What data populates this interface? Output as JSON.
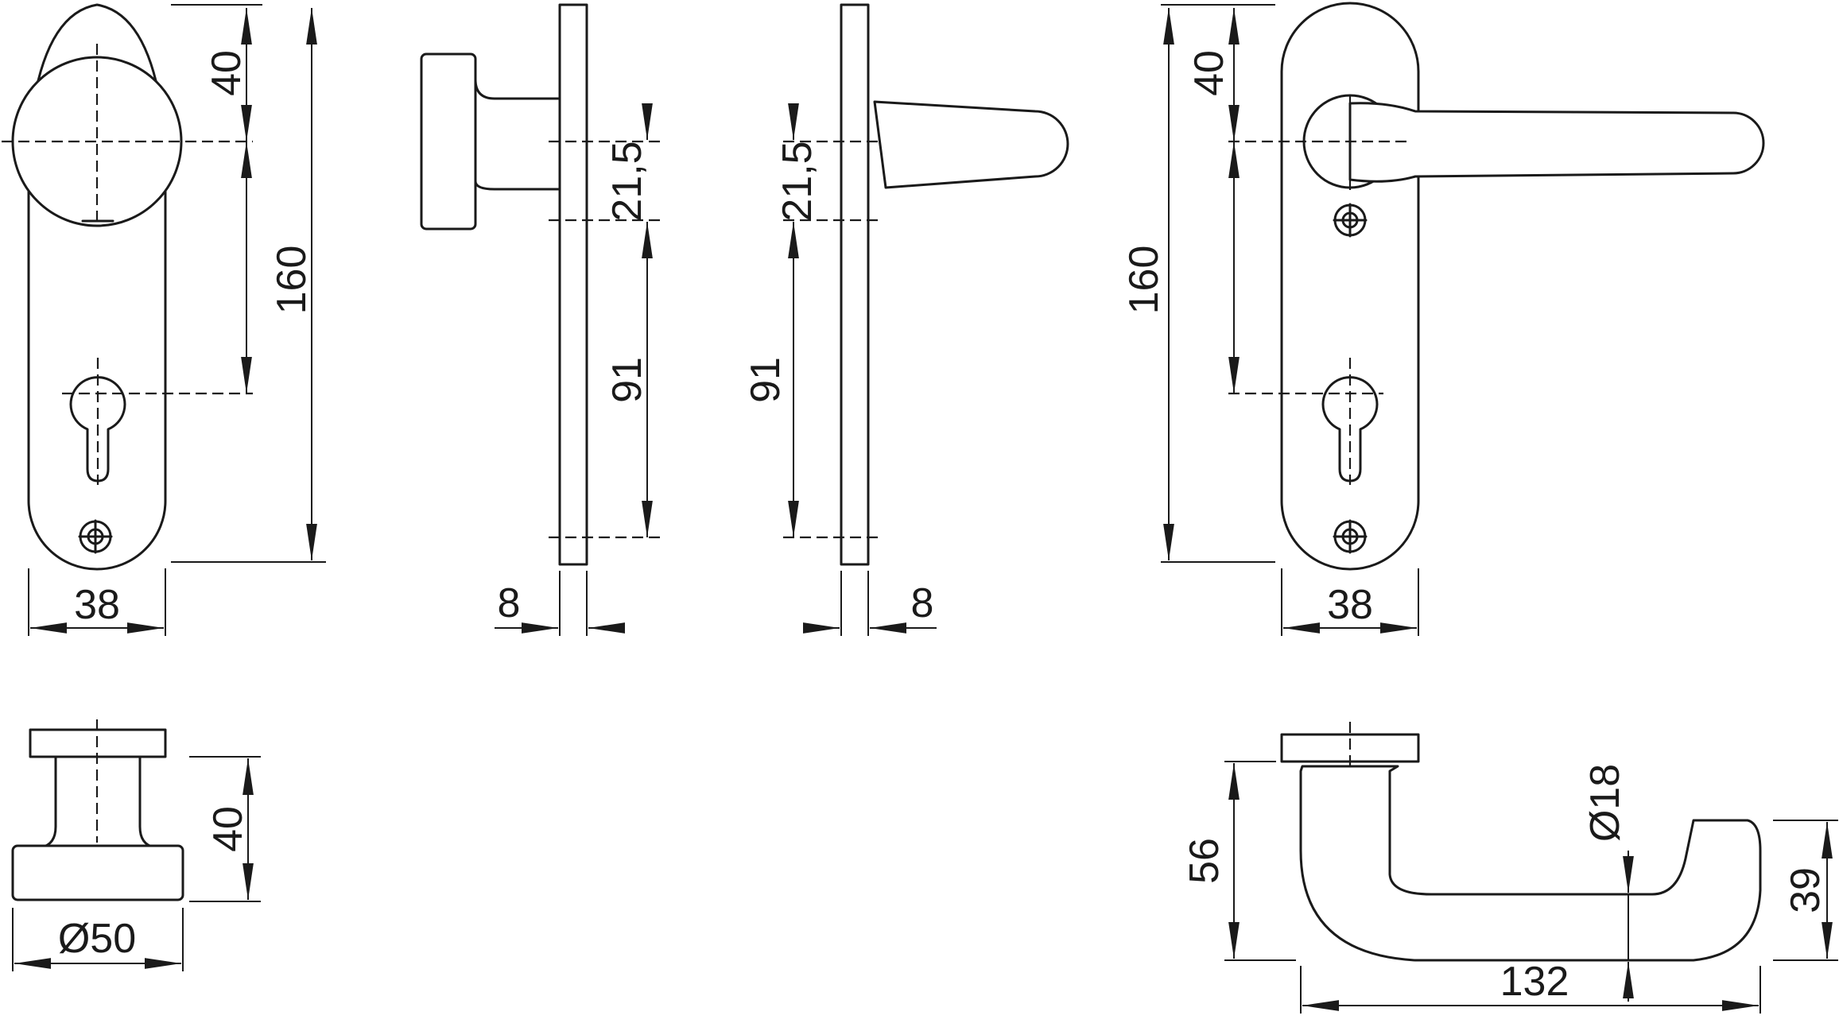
{
  "dimensions": {
    "knob_front_top": "40",
    "knob_front_spacing": "160",
    "knob_front_width": "38",
    "knob_side_axis_offset": "21,5",
    "knob_side_distance": "91",
    "knob_side_thickness": "8",
    "lever_side_axis_offset": "21,5",
    "lever_side_distance": "91",
    "lever_side_thickness": "8",
    "lever_front_top": "40",
    "lever_front_spacing": "160",
    "lever_front_width": "38",
    "knob_top_projection": "40",
    "knob_top_diameter": "Ø50",
    "lever_top_projection": "56",
    "lever_top_diameter": "Ø18",
    "lever_top_offset": "39",
    "lever_top_length": "132"
  },
  "colors": {
    "line": "#1a1a1a",
    "background": "#ffffff"
  }
}
